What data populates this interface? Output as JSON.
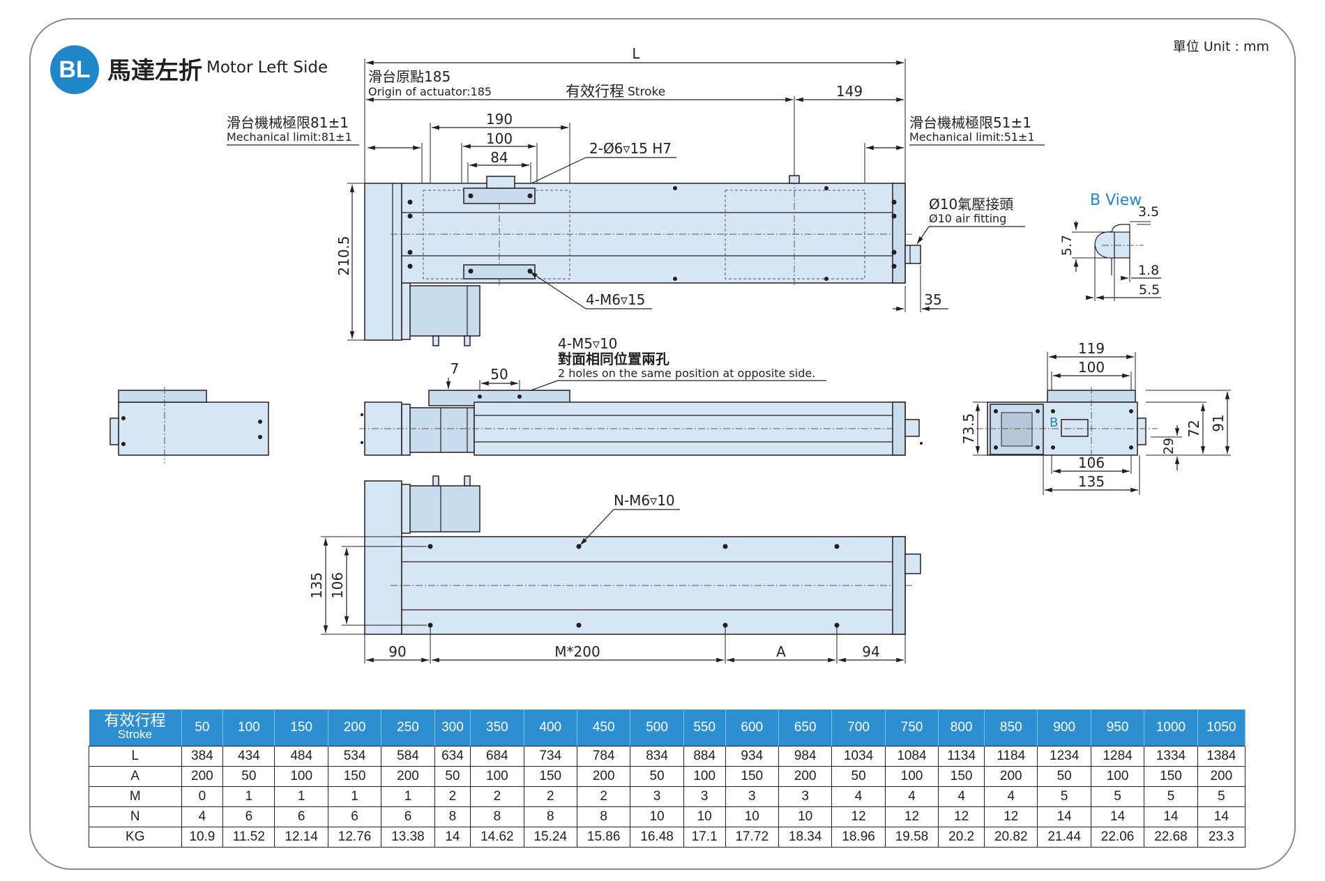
{
  "header": {
    "badge": "BL",
    "title_zh": "馬達左折",
    "title_en": "Motor Left Side",
    "unit": "單位 Unit : mm"
  },
  "labels": {
    "L": "L",
    "origin_zh": "滑台原點185",
    "origin_en": "Origin of actuator:185",
    "stroke_zh": "有效行程",
    "stroke_en": "Stroke",
    "d149": "149",
    "mech81_zh": "滑台機械極限81±1",
    "mech81_en": "Mechanical limit:81±1",
    "mech51_zh": "滑台機械極限51±1",
    "mech51_en": "Mechanical limit:51±1",
    "d190": "190",
    "d100a": "100",
    "d84": "84",
    "pin": "2-Ø6▿15 H7",
    "d2105": "210.5",
    "m6": "4-M6▿15",
    "air_zh": "Ø10氣壓接頭",
    "air_en": "Ø10 air fitting",
    "d35": "35",
    "bview": "B View",
    "b35": "3.5",
    "b57": "5.7",
    "b18": "1.8",
    "b55": "5.5",
    "m5": "4-M5▿10",
    "m5_zh": "對面相同位置兩孔",
    "m5_en": "2 holes on the same position at opposite side.",
    "d7": "7",
    "d50": "50",
    "d119": "119",
    "d100b": "100",
    "d735": "73.5",
    "bmark": "B",
    "d72": "72",
    "d91": "91",
    "d29": "29",
    "d106b": "106",
    "d135b": "135",
    "nm6": "N-M6▿10",
    "d135": "135",
    "d106": "106",
    "d90": "90",
    "m200": "M*200",
    "dA": "A",
    "d94": "94"
  },
  "table": {
    "header_zh": "有效行程",
    "header_en": "Stroke",
    "strokes": [
      "50",
      "100",
      "150",
      "200",
      "250",
      "300",
      "350",
      "400",
      "450",
      "500",
      "550",
      "600",
      "650",
      "700",
      "750",
      "800",
      "850",
      "900",
      "950",
      "1000",
      "1050"
    ],
    "rows": [
      {
        "label": "L",
        "values": [
          "384",
          "434",
          "484",
          "534",
          "584",
          "634",
          "684",
          "734",
          "784",
          "834",
          "884",
          "934",
          "984",
          "1034",
          "1084",
          "1134",
          "1184",
          "1234",
          "1284",
          "1334",
          "1384"
        ]
      },
      {
        "label": "A",
        "values": [
          "200",
          "50",
          "100",
          "150",
          "200",
          "50",
          "100",
          "150",
          "200",
          "50",
          "100",
          "150",
          "200",
          "50",
          "100",
          "150",
          "200",
          "50",
          "100",
          "150",
          "200"
        ]
      },
      {
        "label": "M",
        "values": [
          "0",
          "1",
          "1",
          "1",
          "1",
          "2",
          "2",
          "2",
          "2",
          "3",
          "3",
          "3",
          "3",
          "4",
          "4",
          "4",
          "4",
          "5",
          "5",
          "5",
          "5"
        ]
      },
      {
        "label": "N",
        "values": [
          "4",
          "6",
          "6",
          "6",
          "6",
          "8",
          "8",
          "8",
          "8",
          "10",
          "10",
          "10",
          "10",
          "12",
          "12",
          "12",
          "12",
          "14",
          "14",
          "14",
          "14"
        ]
      },
      {
        "label": "KG",
        "values": [
          "10.9",
          "11.52",
          "12.14",
          "12.76",
          "13.38",
          "14",
          "14.62",
          "15.24",
          "15.86",
          "16.48",
          "17.1",
          "17.72",
          "18.34",
          "18.96",
          "19.58",
          "20.2",
          "20.82",
          "21.44",
          "22.06",
          "22.68",
          "23.3"
        ]
      }
    ]
  },
  "colors": {
    "accent": "#1f86c8",
    "table_header": "#2e8fd0",
    "body_fill": "#d7e6f4"
  }
}
